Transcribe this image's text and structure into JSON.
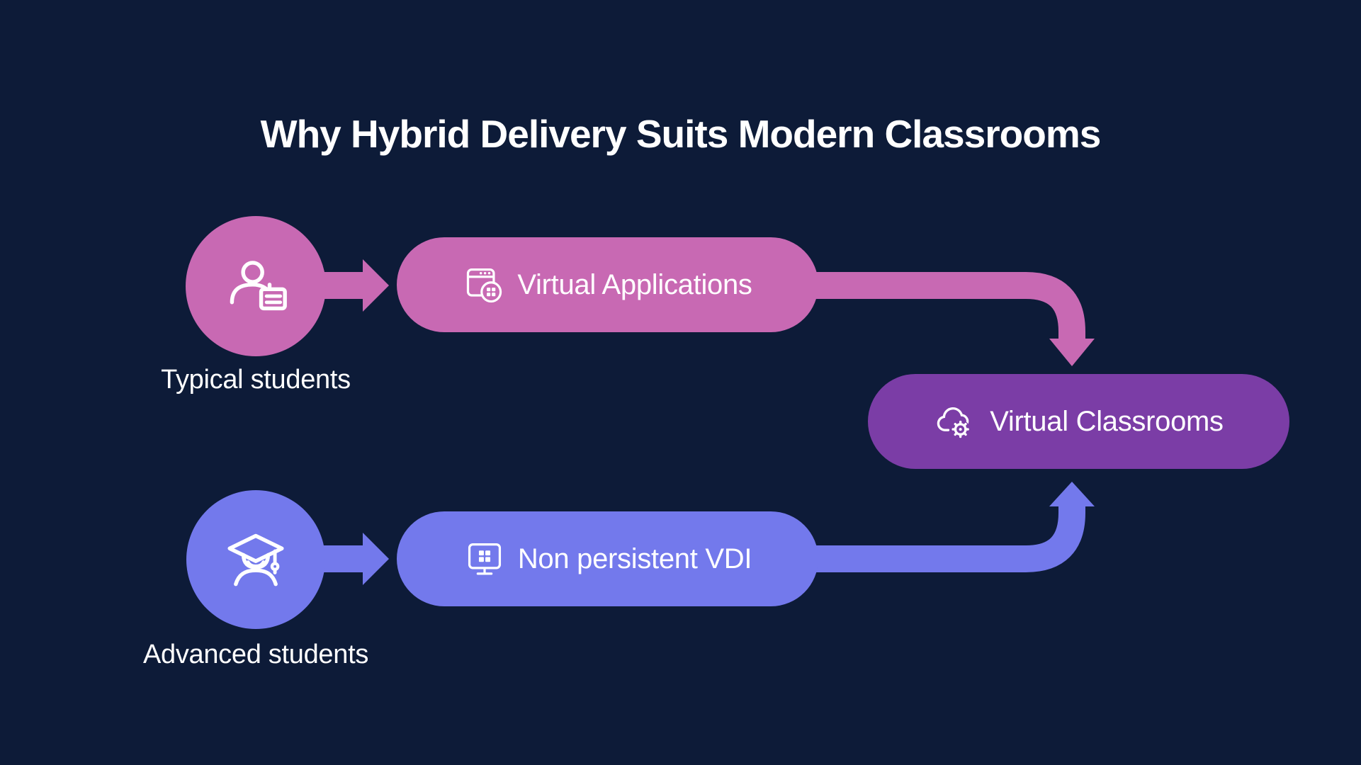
{
  "title": "Why Hybrid Delivery Suits Modern Classrooms",
  "colors": {
    "background": "#0D1B38",
    "pink": "#C869B3",
    "periwinkle": "#7379EC",
    "purple": "#7B3DA6",
    "text": "#FFFFFF"
  },
  "flows": [
    {
      "source": {
        "label": "Typical students",
        "icon": "person-id-badge-icon"
      },
      "node": {
        "label": "Virtual Applications",
        "icon": "app-window-grid-icon"
      }
    },
    {
      "source": {
        "label": "Advanced students",
        "icon": "graduate-cap-icon"
      },
      "node": {
        "label": "Non persistent VDI",
        "icon": "vdi-monitor-icon"
      }
    }
  ],
  "target": {
    "label": "Virtual Classrooms",
    "icon": "cloud-gear-icon"
  }
}
